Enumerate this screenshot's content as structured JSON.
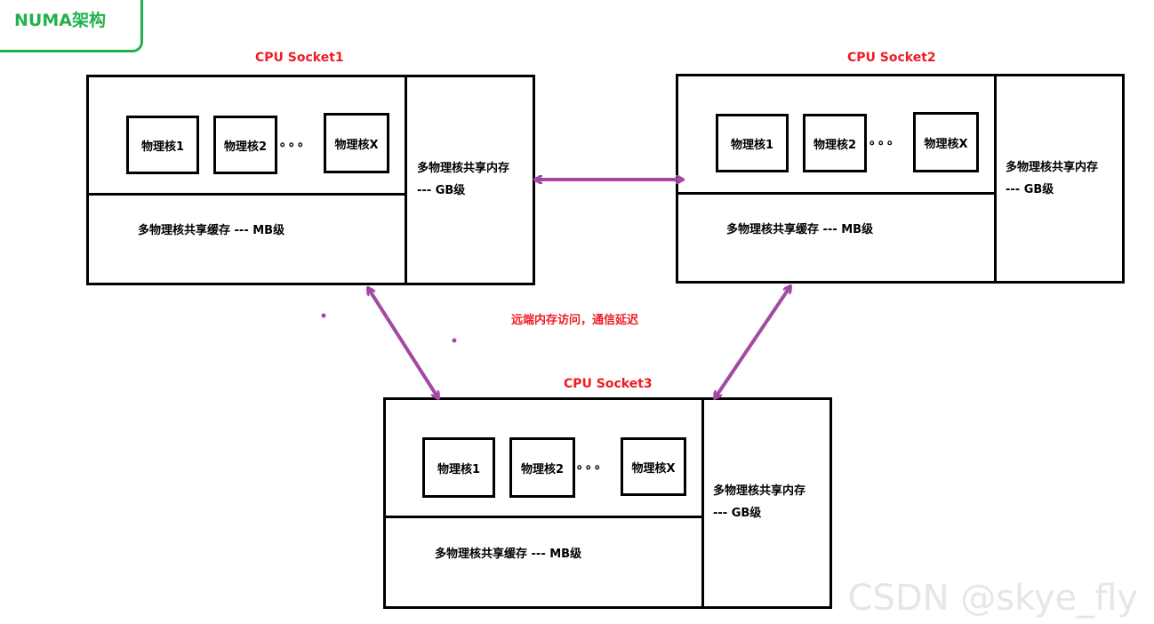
{
  "title": "NUMA架构",
  "sockets": [
    {
      "label": "CPU Socket1",
      "cores": [
        "物理核1",
        "物理核2",
        "物理核X"
      ],
      "dots": "。。。",
      "cache": "多物理核共享缓存 --- MB级",
      "memory_line1": "多物理核共享内存",
      "memory_line2": "--- GB级"
    },
    {
      "label": "CPU Socket2",
      "cores": [
        "物理核1",
        "物理核2",
        "物理核X"
      ],
      "dots": "。。。",
      "cache": "多物理核共享缓存 --- MB级",
      "memory_line1": "多物理核共享内存",
      "memory_line2": "--- GB级"
    },
    {
      "label": "CPU Socket3",
      "cores": [
        "物理核1",
        "物理核2",
        "物理核X"
      ],
      "dots": "。。。",
      "cache": "多物理核共享缓存 --- MB级",
      "memory_line1": "多物理核共享内存",
      "memory_line2": "--- GB级"
    }
  ],
  "note": "远端内存访问，通信延迟",
  "watermark": "CSDN @skye_fly",
  "colors": {
    "title": "#22b14c",
    "label": "#ed1c24",
    "arrow": "#a349a4"
  }
}
